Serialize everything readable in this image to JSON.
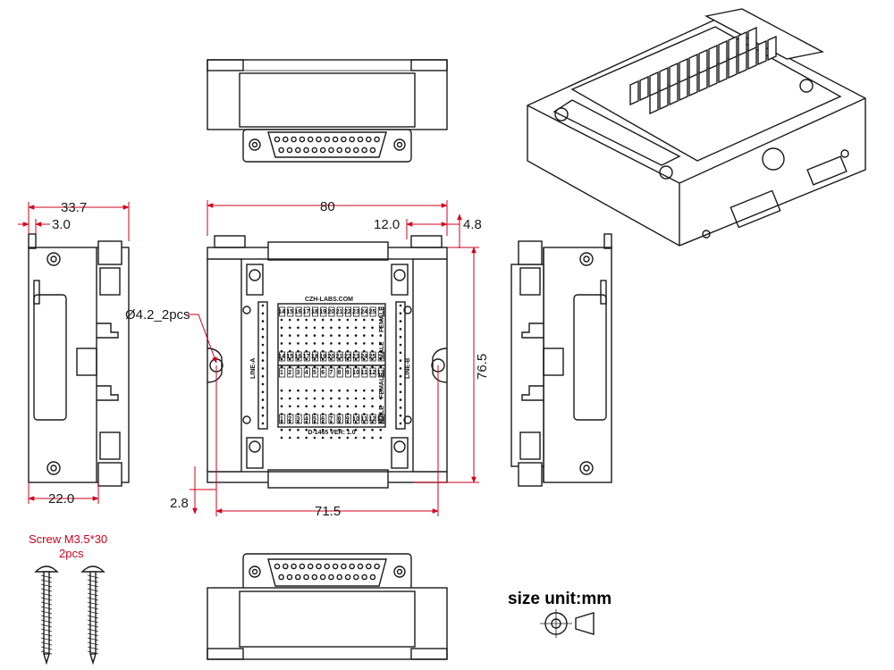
{
  "dimensions": {
    "d_33_7": "33.7",
    "d_3_0": "3.0",
    "d_80": "80",
    "d_12_0": "12.0",
    "d_4_8": "4.8",
    "d_hole": "Ø4.2_2pcs",
    "d_76_5": "76.5",
    "d_22_0": "22.0",
    "d_2_8": "2.8",
    "d_71_5": "71.5"
  },
  "pcb": {
    "brand": "CZH-LABS.COM",
    "model": "D-1465  VER: 1.0",
    "line_a": "LINE-A",
    "line_b": "LINE-B",
    "male": "MALE",
    "female": "FEMALE",
    "top_numbers": [
      "14",
      "15",
      "16",
      "17",
      "18",
      "19",
      "20",
      "21",
      "22",
      "23",
      "24",
      "25"
    ],
    "bottom_numbers": [
      "1",
      "2",
      "3",
      "4",
      "5",
      "6",
      "7",
      "8",
      "9",
      "10",
      "11",
      "12",
      "13"
    ]
  },
  "screw": {
    "title": "Screw M3.5*30",
    "qty": "2pcs"
  },
  "legend": {
    "size_unit": "size unit:mm"
  }
}
